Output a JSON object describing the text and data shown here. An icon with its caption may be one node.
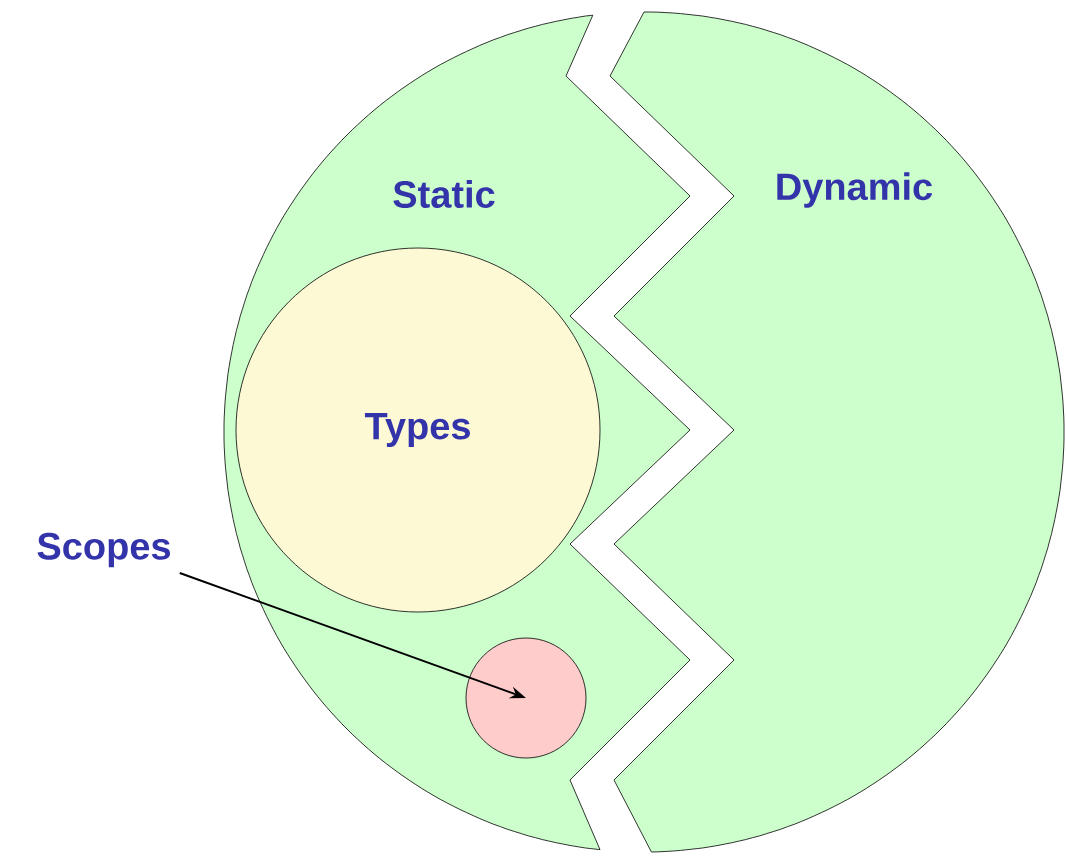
{
  "diagram": {
    "nodes": [
      {
        "text": [
          "Static"
        ]
      },
      {
        "text": [
          "Dynamic"
        ]
      },
      {
        "text": [
          "Types"
        ],
        "in": 0
      },
      {
        "text": [],
        "shape": "circle",
        "in": 0
      },
      {
        "text": [
          "Scopes"
        ]
      }
    ],
    "edges": [
      {
        "from": 4,
        "to": 3,
        "arrow": "to"
      }
    ]
  }
}
